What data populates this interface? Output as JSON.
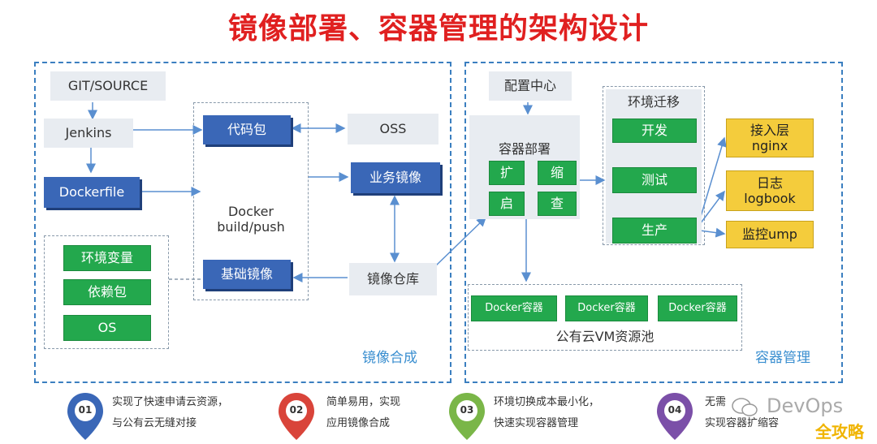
{
  "title": "镜像部署、容器管理的架构设计",
  "left_panel": {
    "label": "镜像合成",
    "git": "GIT/SOURCE",
    "jenkins": "Jenkins",
    "dockerfile": "Dockerfile",
    "code_pkg": "代码包",
    "oss": "OSS",
    "biz_image": "业务镜像",
    "docker_build": "Docker\nbuild/push",
    "base_image": "基础镜像",
    "registry": "镜像仓库",
    "base_items": [
      "环境变量",
      "依赖包",
      "OS"
    ]
  },
  "right_panel": {
    "label": "容器管理",
    "config_center": "配置中心",
    "deploy": {
      "title": "容器部署",
      "actions": [
        "扩",
        "缩",
        "启",
        "查"
      ]
    },
    "env_migration": {
      "title": "环境迁移",
      "stages": [
        "开发",
        "测试",
        "生产"
      ]
    },
    "outputs": [
      "接入层\nnginx",
      "日志\nlogbook",
      "监控ump"
    ],
    "pool": {
      "containers": [
        "Docker容器",
        "Docker容器",
        "Docker容器"
      ],
      "label": "公有云VM资源池"
    }
  },
  "legend": [
    {
      "num": "01",
      "line1": "实现了快速申请云资源，",
      "line2": "与公有云无缝对接",
      "color": "#3a67b7"
    },
    {
      "num": "02",
      "line1": "简单易用，实现",
      "line2": "应用镜像合成",
      "color": "#d9443a"
    },
    {
      "num": "03",
      "line1": "环境切换成本最小化，",
      "line2": "快速实现容器管理",
      "color": "#7ab648"
    },
    {
      "num": "04",
      "line1": "无需",
      "line2": "实现容器扩缩容",
      "color": "#7b4fa8"
    }
  ],
  "watermark": {
    "text": "DevOps",
    "brand": "全攻略"
  },
  "colors": {
    "title": "#e02020",
    "panel_border": "#3b7fc0",
    "blue": "#3a67b7",
    "green": "#23a84d",
    "yellow": "#f4cc3c"
  }
}
